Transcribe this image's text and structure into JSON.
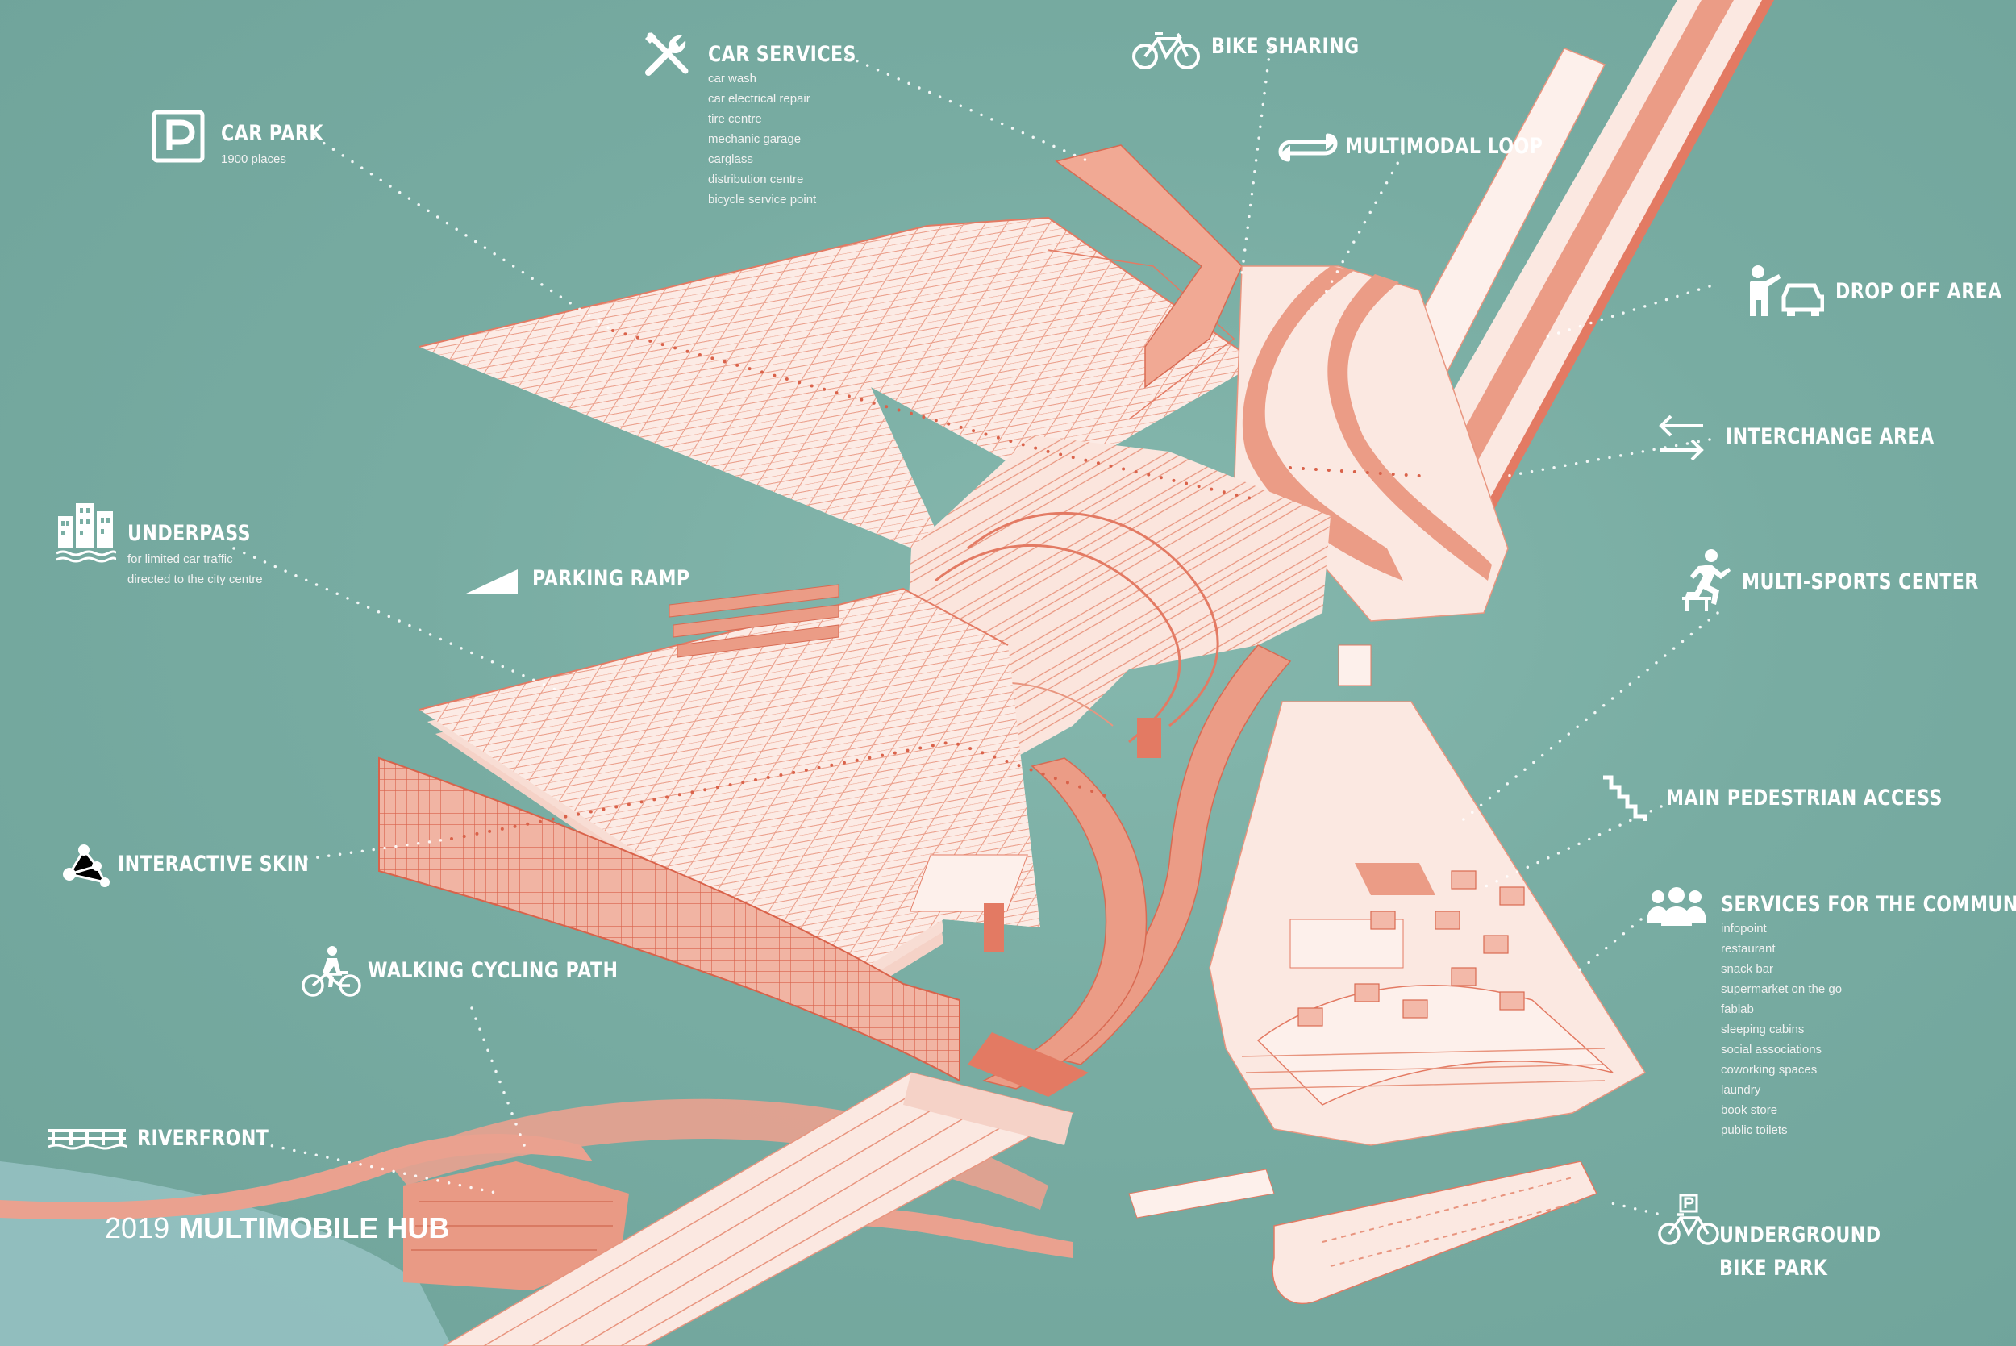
{
  "labels": {
    "car_park": {
      "title": "CAR PARK",
      "sub": "1900 places",
      "icon": "parking-icon"
    },
    "car_services": {
      "title": "CAR SERVICES",
      "icon": "tools-icon",
      "items": [
        "car wash",
        "car electrical repair",
        "tire centre",
        "mechanic garage",
        "carglass",
        "distribution centre",
        "bicycle service point"
      ]
    },
    "bike_sharing": {
      "title": "BIKE SHARING",
      "icon": "bicycle-icon"
    },
    "multimodal_loop": {
      "title": "MULTIMODAL LOOP",
      "icon": "loop-arrows-icon"
    },
    "drop_off": {
      "title": "DROP OFF AREA",
      "icon": "person-car-icon"
    },
    "interchange": {
      "title": "INTERCHANGE AREA",
      "icon": "swap-arrows-icon"
    },
    "underpass": {
      "title": "UNDERPASS",
      "icon": "buildings-water-icon",
      "lines": [
        "for limited car traffic",
        "directed to the city centre"
      ]
    },
    "parking_ramp": {
      "title": "PARKING RAMP",
      "icon": "ramp-icon"
    },
    "multi_sports": {
      "title": "MULTI-SPORTS CENTER",
      "icon": "hurdle-runner-icon"
    },
    "interactive_skin": {
      "title": "INTERACTIVE SKIN",
      "icon": "network-nodes-icon"
    },
    "pedestrian": {
      "title": "MAIN PEDESTRIAN ACCESS",
      "icon": "stairs-icon"
    },
    "community": {
      "title": "SERVICES FOR THE COMMUNITY",
      "icon": "people-group-icon",
      "items": [
        "infopoint",
        "restaurant",
        "snack bar",
        "supermarket on the go",
        "fablab",
        "sleeping cabins",
        "social associations",
        "coworking spaces",
        "laundry",
        "book store",
        "public toilets"
      ]
    },
    "walking": {
      "title": "WALKING CYCLING PATH",
      "icon": "cyclist-icon"
    },
    "riverfront": {
      "title": "RIVERFRONT",
      "icon": "bridge-icon"
    },
    "bike_park": {
      "title_line1": "UNDERGROUND",
      "title_line2": "BIKE PARK",
      "icon": "bike-parking-icon"
    }
  },
  "brand": {
    "year": "2019",
    "name": "MULTIMOBILE HUB"
  },
  "colors": {
    "background": "#78aca2",
    "structure": "#fbe9e2",
    "accent": "#e8907a",
    "line": "#e37a63",
    "text": "#ffffff"
  }
}
